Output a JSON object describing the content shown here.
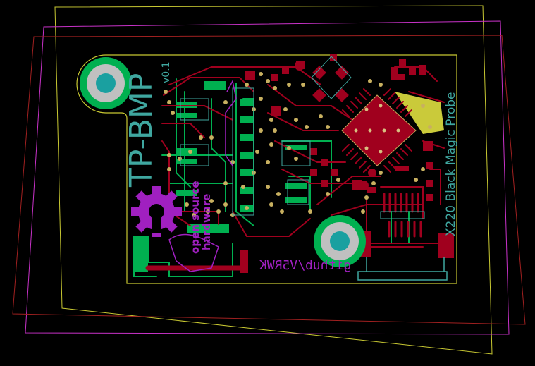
{
  "colors": {
    "background": "#000000",
    "board_edge": "#c8c832",
    "courtyard_magenta": "#c832c8",
    "outline_red": "#a02020",
    "copper_front": "#a0001e",
    "copper_back": "#00b050",
    "silkscreen_teal": "#3fa7a0",
    "silkscreen_violet": "#a020c0",
    "pad_gold": "#c8a85a",
    "via_gold": "#c8b060",
    "mounting_hole_ring": "#c0c0c0",
    "mounting_hole_center": "#1aa0a0",
    "highlight_yellow": "#e0e040"
  },
  "silkscreen": {
    "title": "TP-BMP",
    "version": "v0.1",
    "product": "X220 Black Magic Probe",
    "open_source_line1": "open source",
    "open_source_line2": "hardware",
    "url_mirrored": "github/V5RWK"
  },
  "icons": {
    "oshw_logo": "open-source-hardware-gear-icon"
  }
}
